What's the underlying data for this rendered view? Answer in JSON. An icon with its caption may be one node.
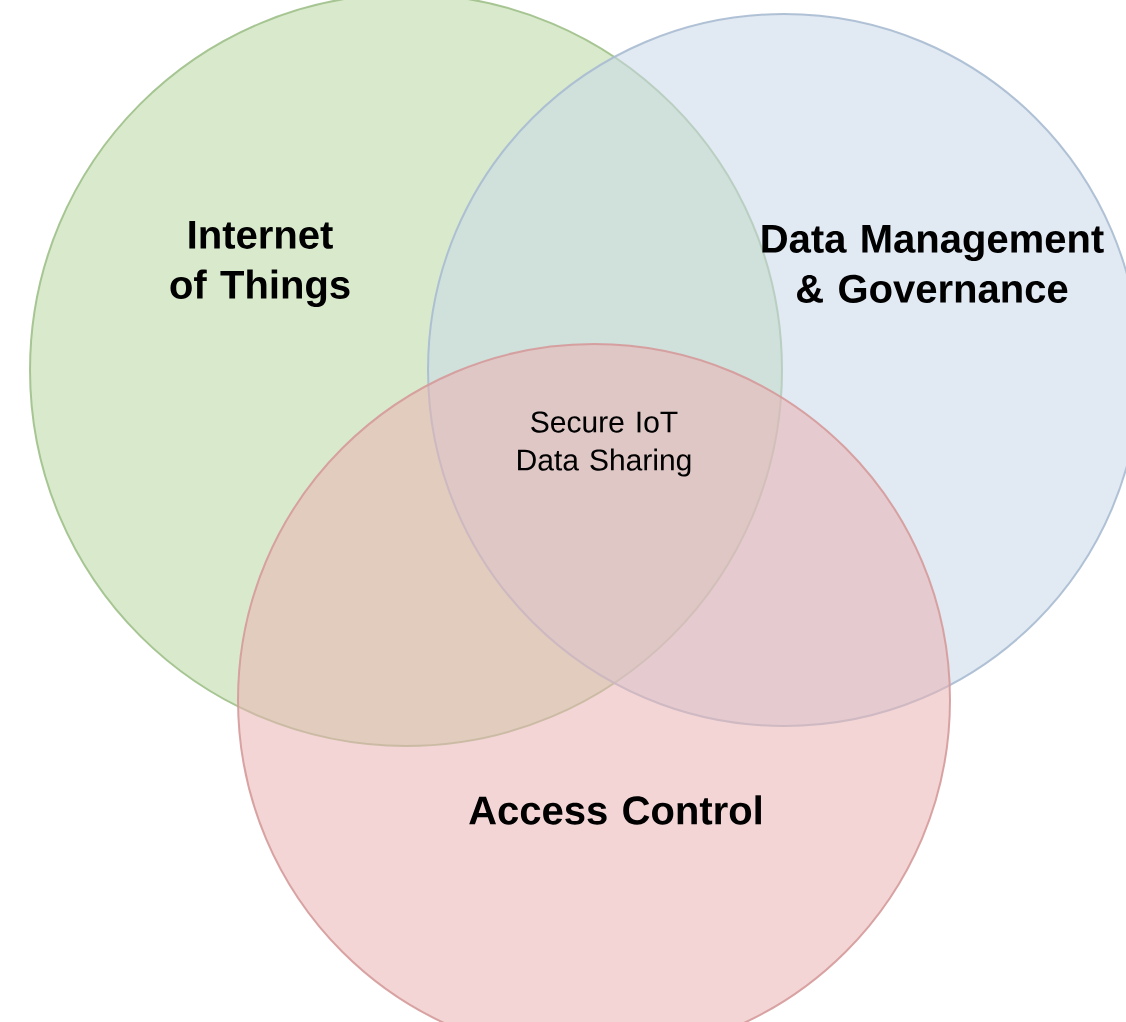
{
  "diagram": {
    "nodes": [
      {
        "text": [
          "Internet of Things"
        ]
      },
      {
        "text": [
          "Data Management & Governance"
        ]
      },
      {
        "text": [
          "Access Control"
        ]
      }
    ],
    "labels": [
      "Secure IoT Data Sharing"
    ]
  }
}
